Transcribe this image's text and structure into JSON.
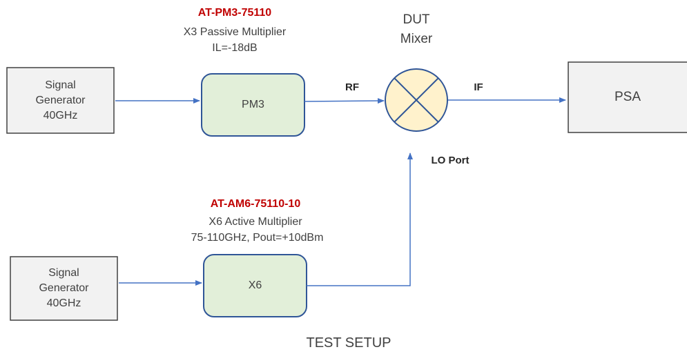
{
  "signal_generator_top": {
    "label": "Signal\nGenerator\n40GHz"
  },
  "signal_generator_bottom": {
    "label": "Signal\nGenerator\n40GHz"
  },
  "pm3": {
    "part_number": "AT-PM3-75110",
    "description": "X3 Passive Multiplier",
    "spec": "IL=-18dB",
    "label": "PM3"
  },
  "x6": {
    "part_number": "AT-AM6-75110-10",
    "description": "X6 Active Multiplier",
    "spec": "75-110GHz, Pout=+10dBm",
    "label": "X6"
  },
  "dut": {
    "line1": "DUT",
    "line2": "Mixer",
    "rf_label": "RF",
    "if_label": "IF",
    "lo_label": "LO Port"
  },
  "psa": {
    "label": "PSA"
  },
  "footer": {
    "title": "TEST SETUP"
  },
  "colors": {
    "box_fill_gray": "#f2f2f2",
    "box_stroke": "#404040",
    "multiplier_fill": "#e2efd9",
    "multiplier_stroke": "#2f5597",
    "mixer_fill": "#fff2cc",
    "arrow": "#4472c4",
    "part_number": "#c00000"
  }
}
